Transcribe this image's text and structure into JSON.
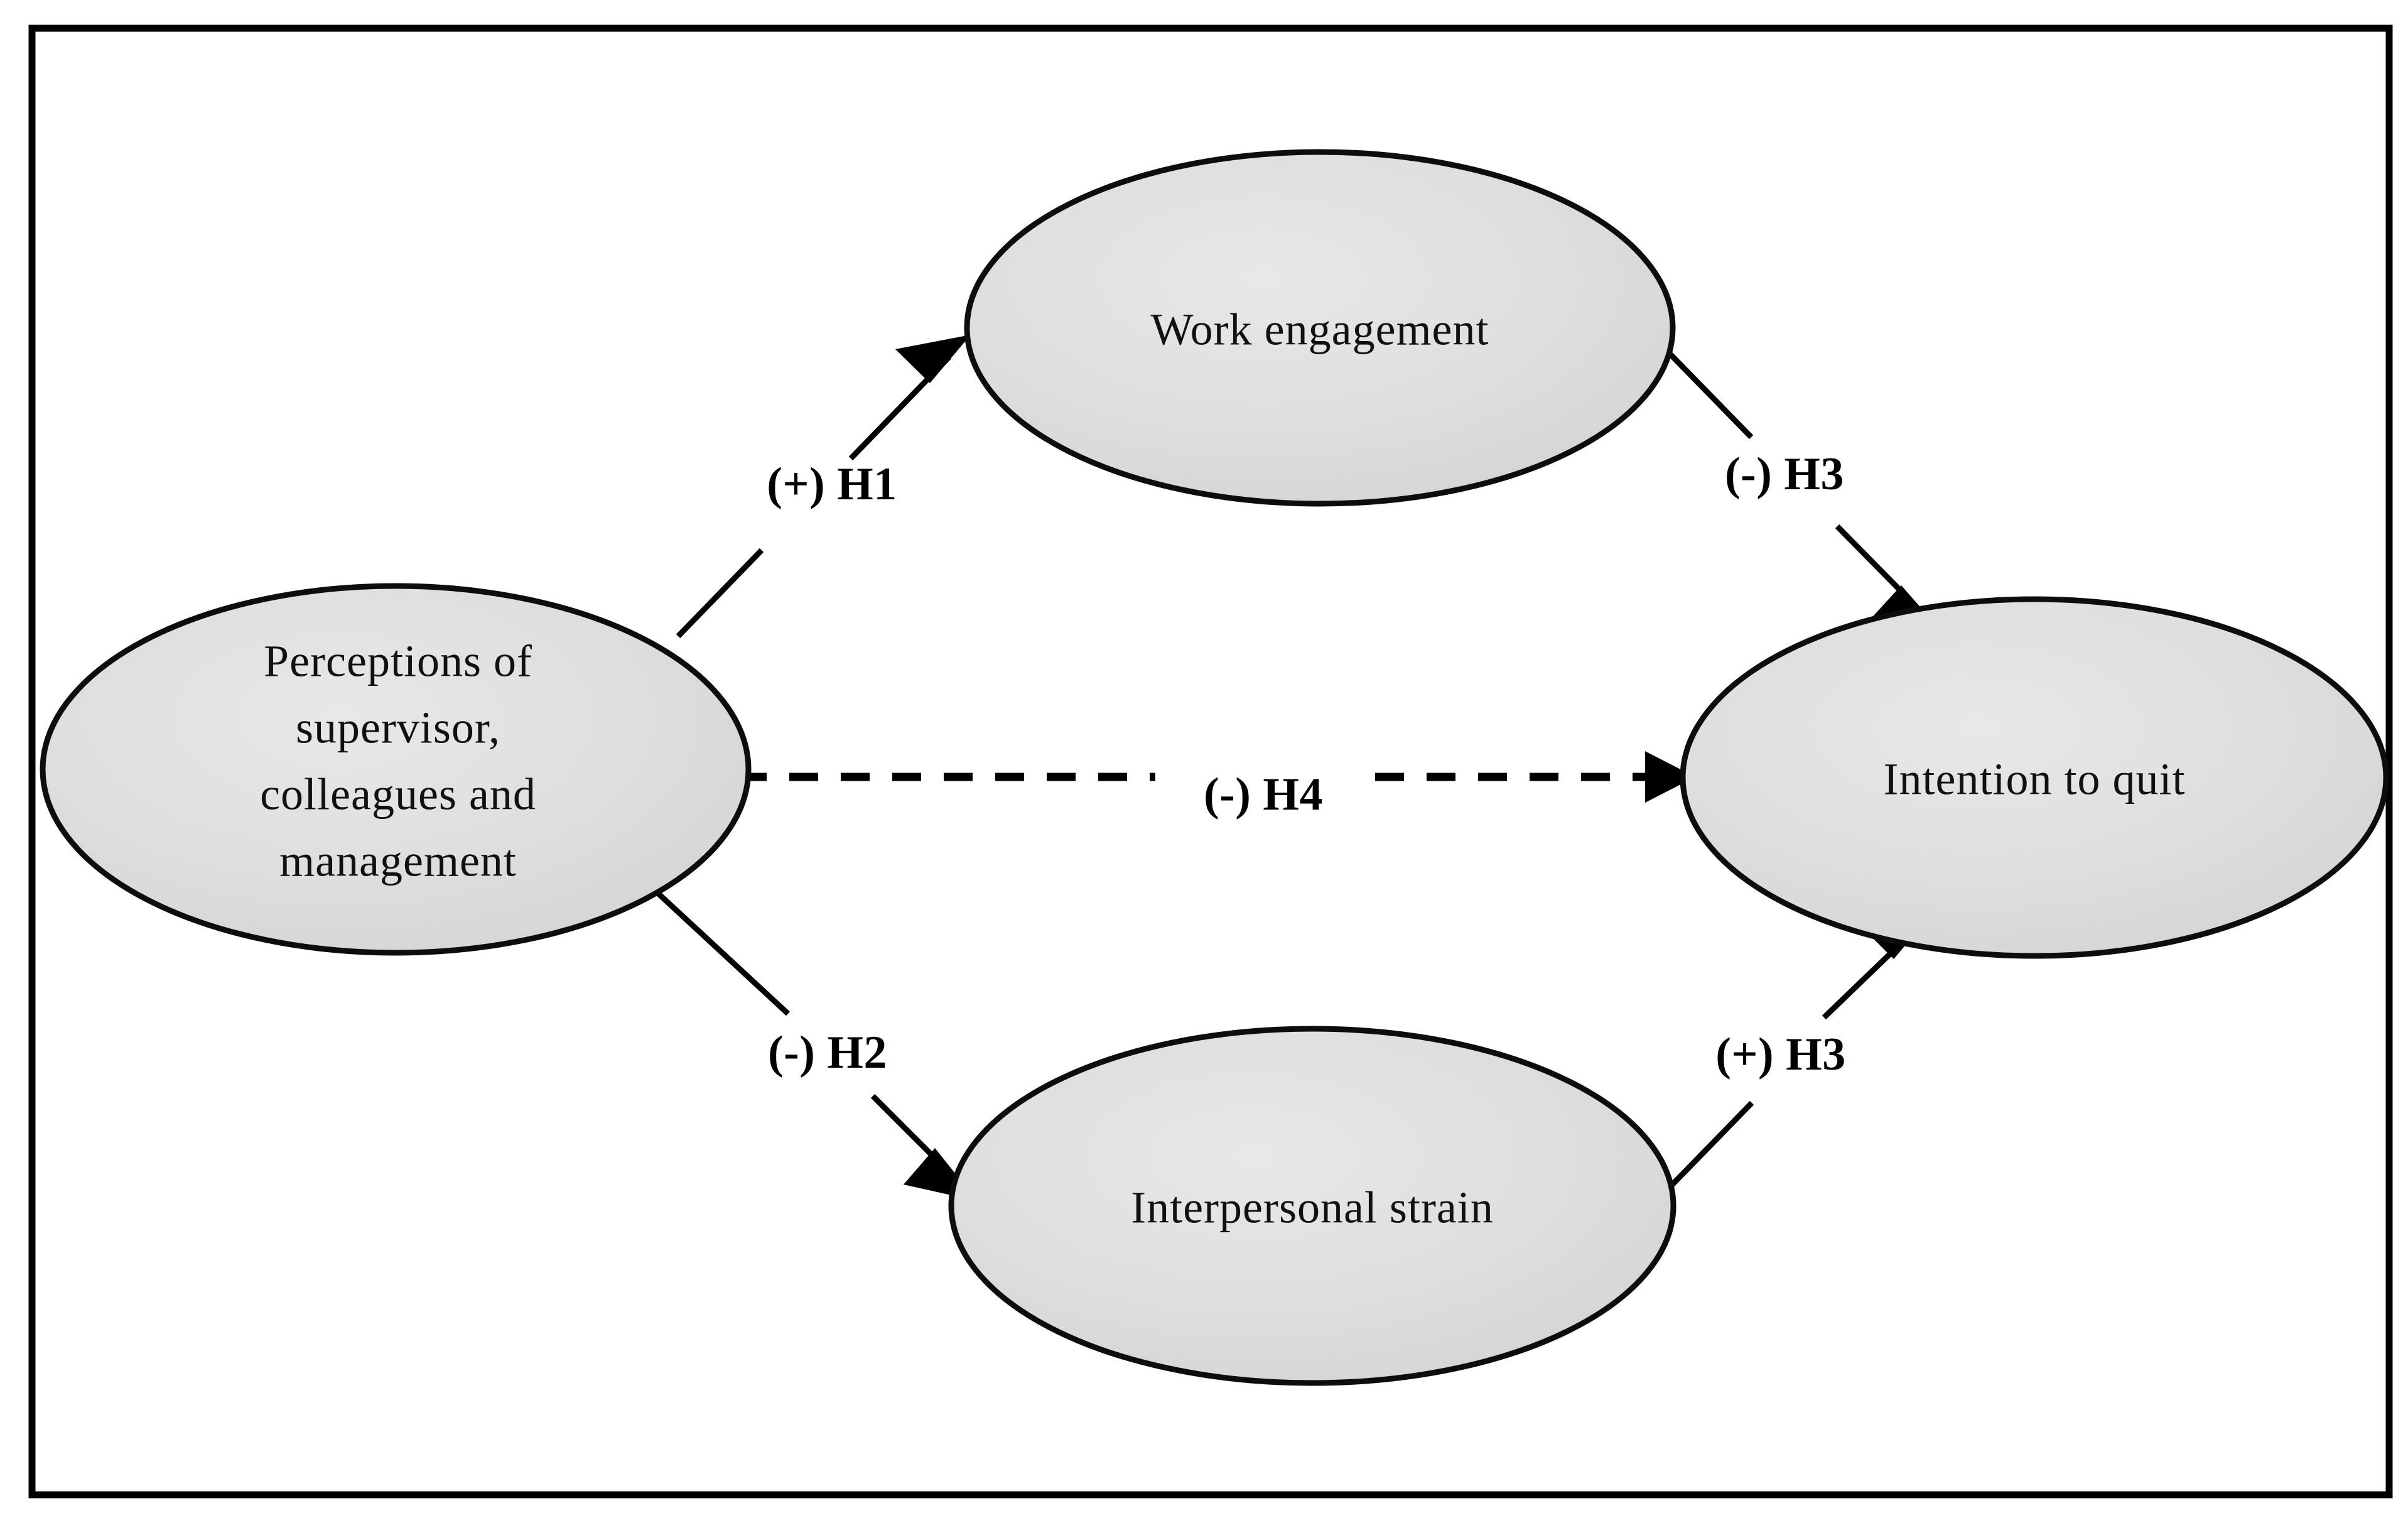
{
  "figure": {
    "type": "conceptual-path-model-diagram",
    "frame_visible": true,
    "background_color": "#ffffff",
    "node_fill_color": "#dcdcdc",
    "node_stroke_color": "#0d0d0d",
    "edge_color": "#000000"
  },
  "nodes": [
    {
      "id": "perceptions",
      "label": "Perceptions of supervisor, colleagues and management",
      "lines": [
        "Perceptions  of",
        "supervisor,",
        "colleagues and",
        "management"
      ],
      "position": "left"
    },
    {
      "id": "work-engagement",
      "label": "Work engagement",
      "lines": [
        "Work engagement"
      ],
      "position": "top-middle"
    },
    {
      "id": "interpersonal-strain",
      "label": "Interpersonal strain",
      "lines": [
        "Interpersonal  strain"
      ],
      "position": "bottom-middle"
    },
    {
      "id": "intention-to-quit",
      "label": "Intention to quit",
      "lines": [
        "Intention  to  quit"
      ],
      "position": "right"
    }
  ],
  "edges": [
    {
      "id": "h1",
      "label": "(+) H1",
      "sign": "(+)",
      "hypothesis": "H1",
      "from": "perceptions",
      "to": "work-engagement",
      "style": "solid",
      "arrow": true
    },
    {
      "id": "h3-negative",
      "label": "(-) H3",
      "sign": "(-)",
      "hypothesis": "H3",
      "from": "work-engagement",
      "to": "intention-to-quit",
      "style": "solid",
      "arrow": true
    },
    {
      "id": "h4",
      "label": "(-) H4",
      "sign": "(-)",
      "hypothesis": "H4",
      "from": "perceptions",
      "to": "intention-to-quit",
      "style": "dashed",
      "arrow": true
    },
    {
      "id": "h2",
      "label": "(-) H2",
      "sign": "(-)",
      "hypothesis": "H2",
      "from": "perceptions",
      "to": "interpersonal-strain",
      "style": "solid",
      "arrow": true
    },
    {
      "id": "h3-positive",
      "label": "(+) H3",
      "sign": "(+)",
      "hypothesis": "H3",
      "from": "interpersonal-strain",
      "to": "intention-to-quit",
      "style": "solid",
      "arrow": true
    }
  ]
}
